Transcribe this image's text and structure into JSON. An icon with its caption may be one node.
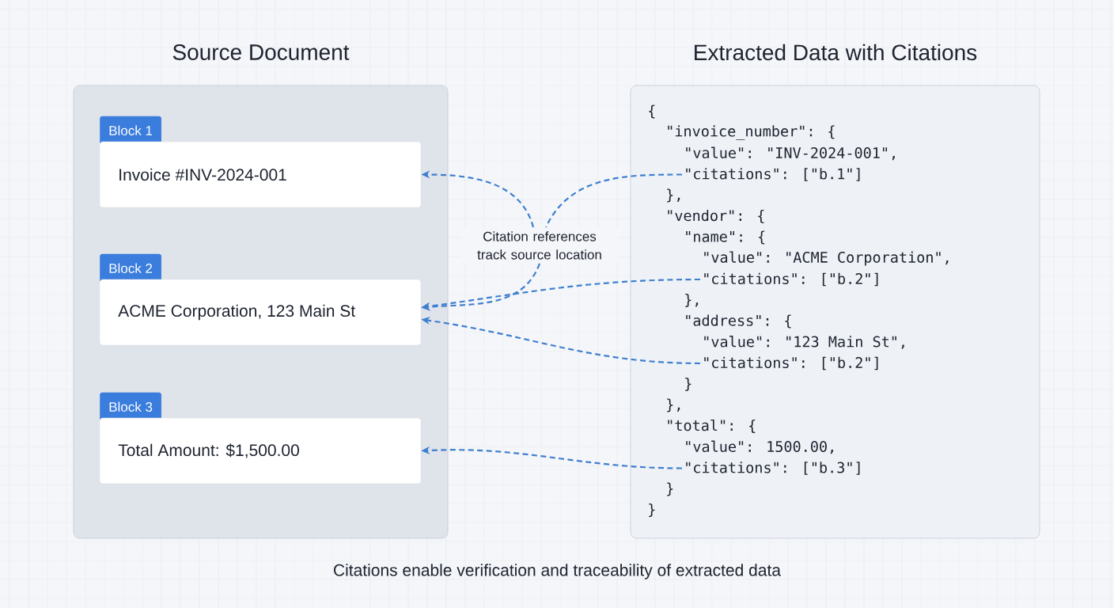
{
  "diagram": {
    "caption": "Citations enable verification and traceability of extracted data",
    "nodes": [
      {
        "text": [
          "Source Document"
        ]
      },
      {
        "text": [
          "Block 1",
          "Invoice #INV-2024-001"
        ],
        "in": 0
      },
      {
        "text": [
          "Block 2",
          "ACME Corporation, 123 Main St"
        ],
        "in": 0
      },
      {
        "text": [
          "Block 3",
          "Total Amount: $1,500.00"
        ],
        "in": 0
      },
      {
        "text": [
          "Citation references track source location"
        ]
      },
      {
        "text": [
          "Extracted Data with Citations"
        ]
      },
      {
        "text": [
          "\"citations\": [\"b.1\"]"
        ],
        "in": 5
      },
      {
        "text": [
          "\"citations\": [\"b.2\"]"
        ],
        "in": 5
      },
      {
        "text": [
          "\"citations\": [\"b.2\"]"
        ],
        "in": 5
      },
      {
        "text": [
          "\"citations\": [\"b.3\"]"
        ],
        "in": 5
      }
    ],
    "edges": [
      {
        "from": 6,
        "to": 4,
        "arrow": "none",
        "style": "dashed"
      },
      {
        "from": 4,
        "to": 1,
        "arrow": "to",
        "style": "dashed"
      },
      {
        "from": 4,
        "to": 2,
        "arrow": "to",
        "style": "dashed"
      },
      {
        "from": 7,
        "to": 2,
        "arrow": "to",
        "style": "dashed"
      },
      {
        "from": 8,
        "to": 2,
        "arrow": "to",
        "style": "dashed"
      },
      {
        "from": 9,
        "to": 3,
        "arrow": "to",
        "style": "dashed"
      }
    ],
    "labels": [
      "{",
      "\"invoice_number\": {",
      "\"value\": \"INV-2024-001\",",
      "},",
      "\"vendor\": {",
      "\"name\": {",
      "\"value\": \"ACME Corporation\",",
      "},",
      "\"address\": {",
      "\"value\": \"123 Main St\",",
      "}",
      "},",
      "\"total\": {",
      "\"value\": 1500.00,",
      "}",
      "}"
    ]
  }
}
